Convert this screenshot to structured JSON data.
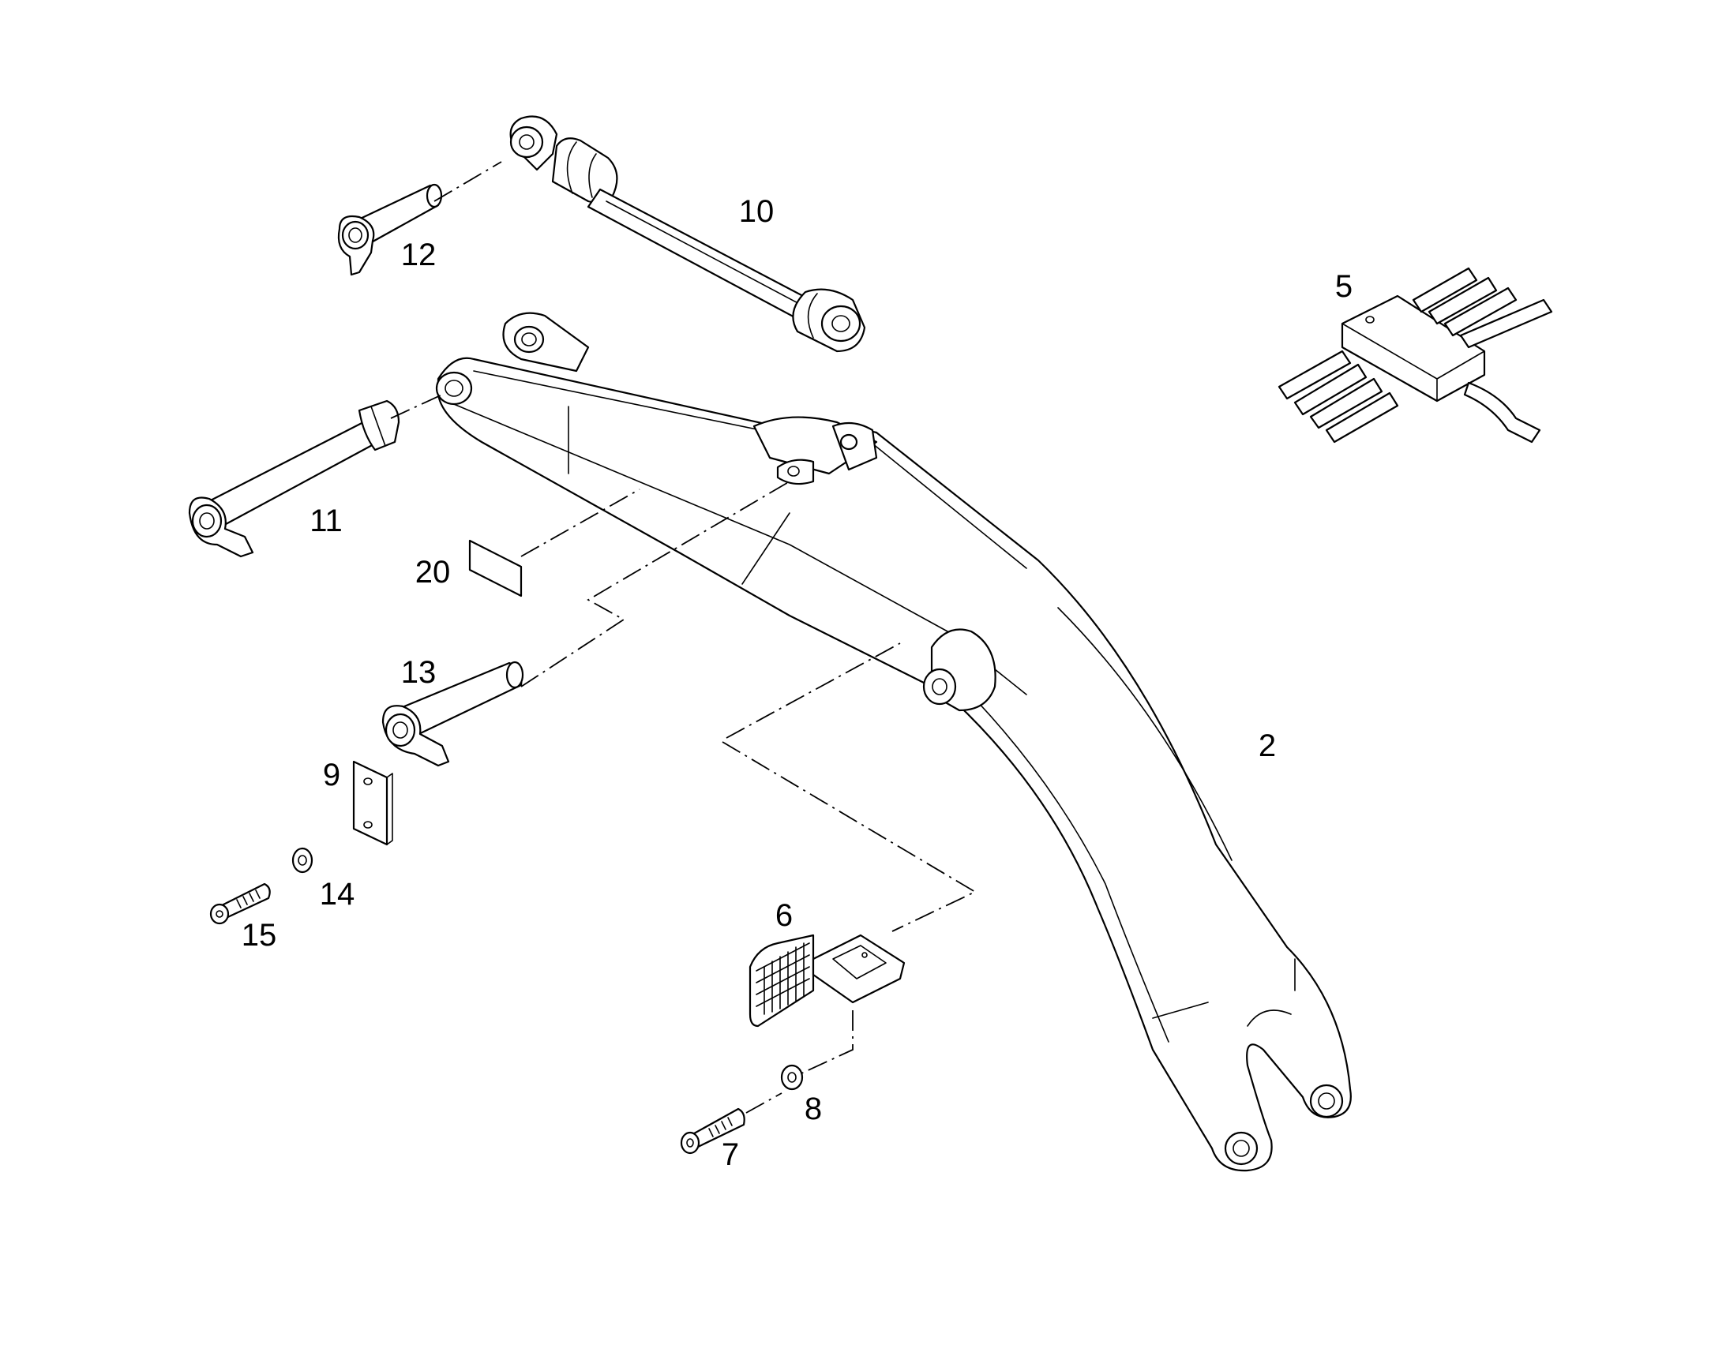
{
  "diagram": {
    "callouts": [
      {
        "id": "10",
        "label": "10"
      },
      {
        "id": "12",
        "label": "12"
      },
      {
        "id": "5",
        "label": "5"
      },
      {
        "id": "11",
        "label": "11"
      },
      {
        "id": "20",
        "label": "20"
      },
      {
        "id": "13",
        "label": "13"
      },
      {
        "id": "2",
        "label": "2"
      },
      {
        "id": "9",
        "label": "9"
      },
      {
        "id": "14",
        "label": "14"
      },
      {
        "id": "15",
        "label": "15"
      },
      {
        "id": "6",
        "label": "6"
      },
      {
        "id": "8",
        "label": "8"
      },
      {
        "id": "7",
        "label": "7"
      }
    ]
  }
}
